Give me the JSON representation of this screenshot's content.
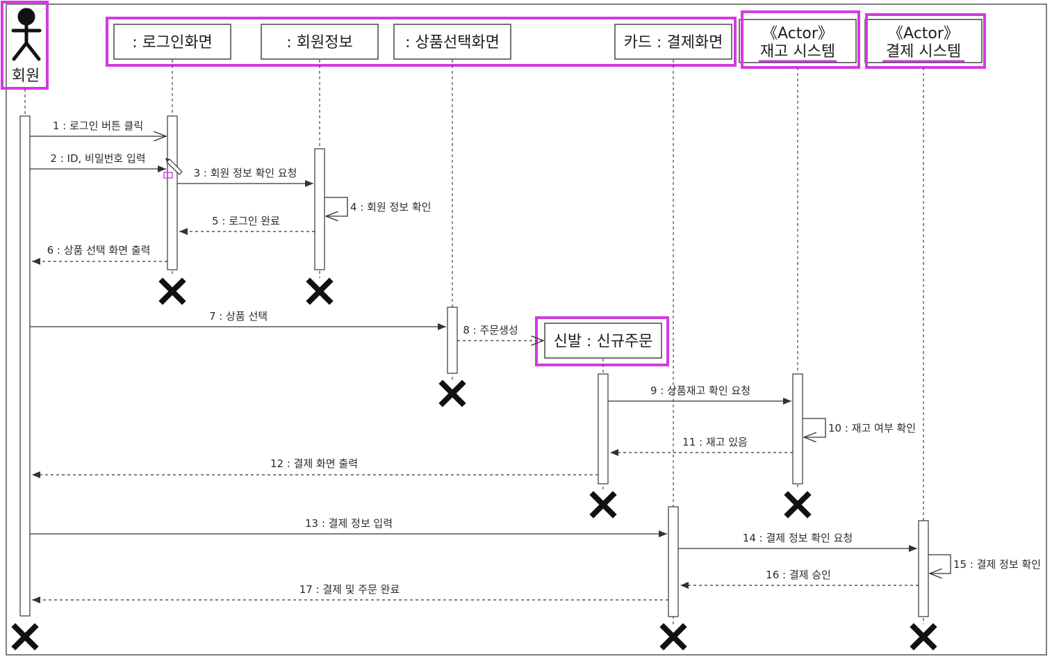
{
  "diagram": {
    "actor": {
      "name": "회원"
    },
    "objects": [
      {
        "id": "login",
        "label": ": 로그인화면"
      },
      {
        "id": "member",
        "label": ": 회원정보"
      },
      {
        "id": "product",
        "label": ": 상품선택화면"
      },
      {
        "id": "card",
        "label": "카드 : 결제화면"
      },
      {
        "id": "stock",
        "stereotype": "《Actor》",
        "label": "재고 시스템"
      },
      {
        "id": "pay",
        "stereotype": "《Actor》",
        "label": "결제 시스템"
      },
      {
        "id": "order",
        "label": "신발 : 신규주문"
      }
    ],
    "messages": [
      {
        "label": "1 : 로그인 버튼 클릭"
      },
      {
        "label": "2 : ID, 비밀번호 입력"
      },
      {
        "label": "3 : 회원 정보 확인 요청"
      },
      {
        "label": "4 : 회원 정보 확인"
      },
      {
        "label": "5 : 로그인 완료"
      },
      {
        "label": "6 : 상품 선택 화면 출력"
      },
      {
        "label": "7 : 상품 선택"
      },
      {
        "label": "8 : 주문생성"
      },
      {
        "label": "9 : 상품재고 확인 요청"
      },
      {
        "label": "10 : 재고 여부 확인"
      },
      {
        "label": "11 : 재고 있음"
      },
      {
        "label": "12 : 결제 화면 출력"
      },
      {
        "label": "13 : 결제 정보 입력"
      },
      {
        "label": "14 : 결제 정보 확인 요청"
      },
      {
        "label": "15 : 결제 정보 확인"
      },
      {
        "label": "16 : 결제 승인"
      },
      {
        "label": "17 : 결제 및 주문 완료"
      }
    ],
    "colors": {
      "highlight": "#d13be0",
      "line": "#333333",
      "box_border": "#444444"
    }
  }
}
